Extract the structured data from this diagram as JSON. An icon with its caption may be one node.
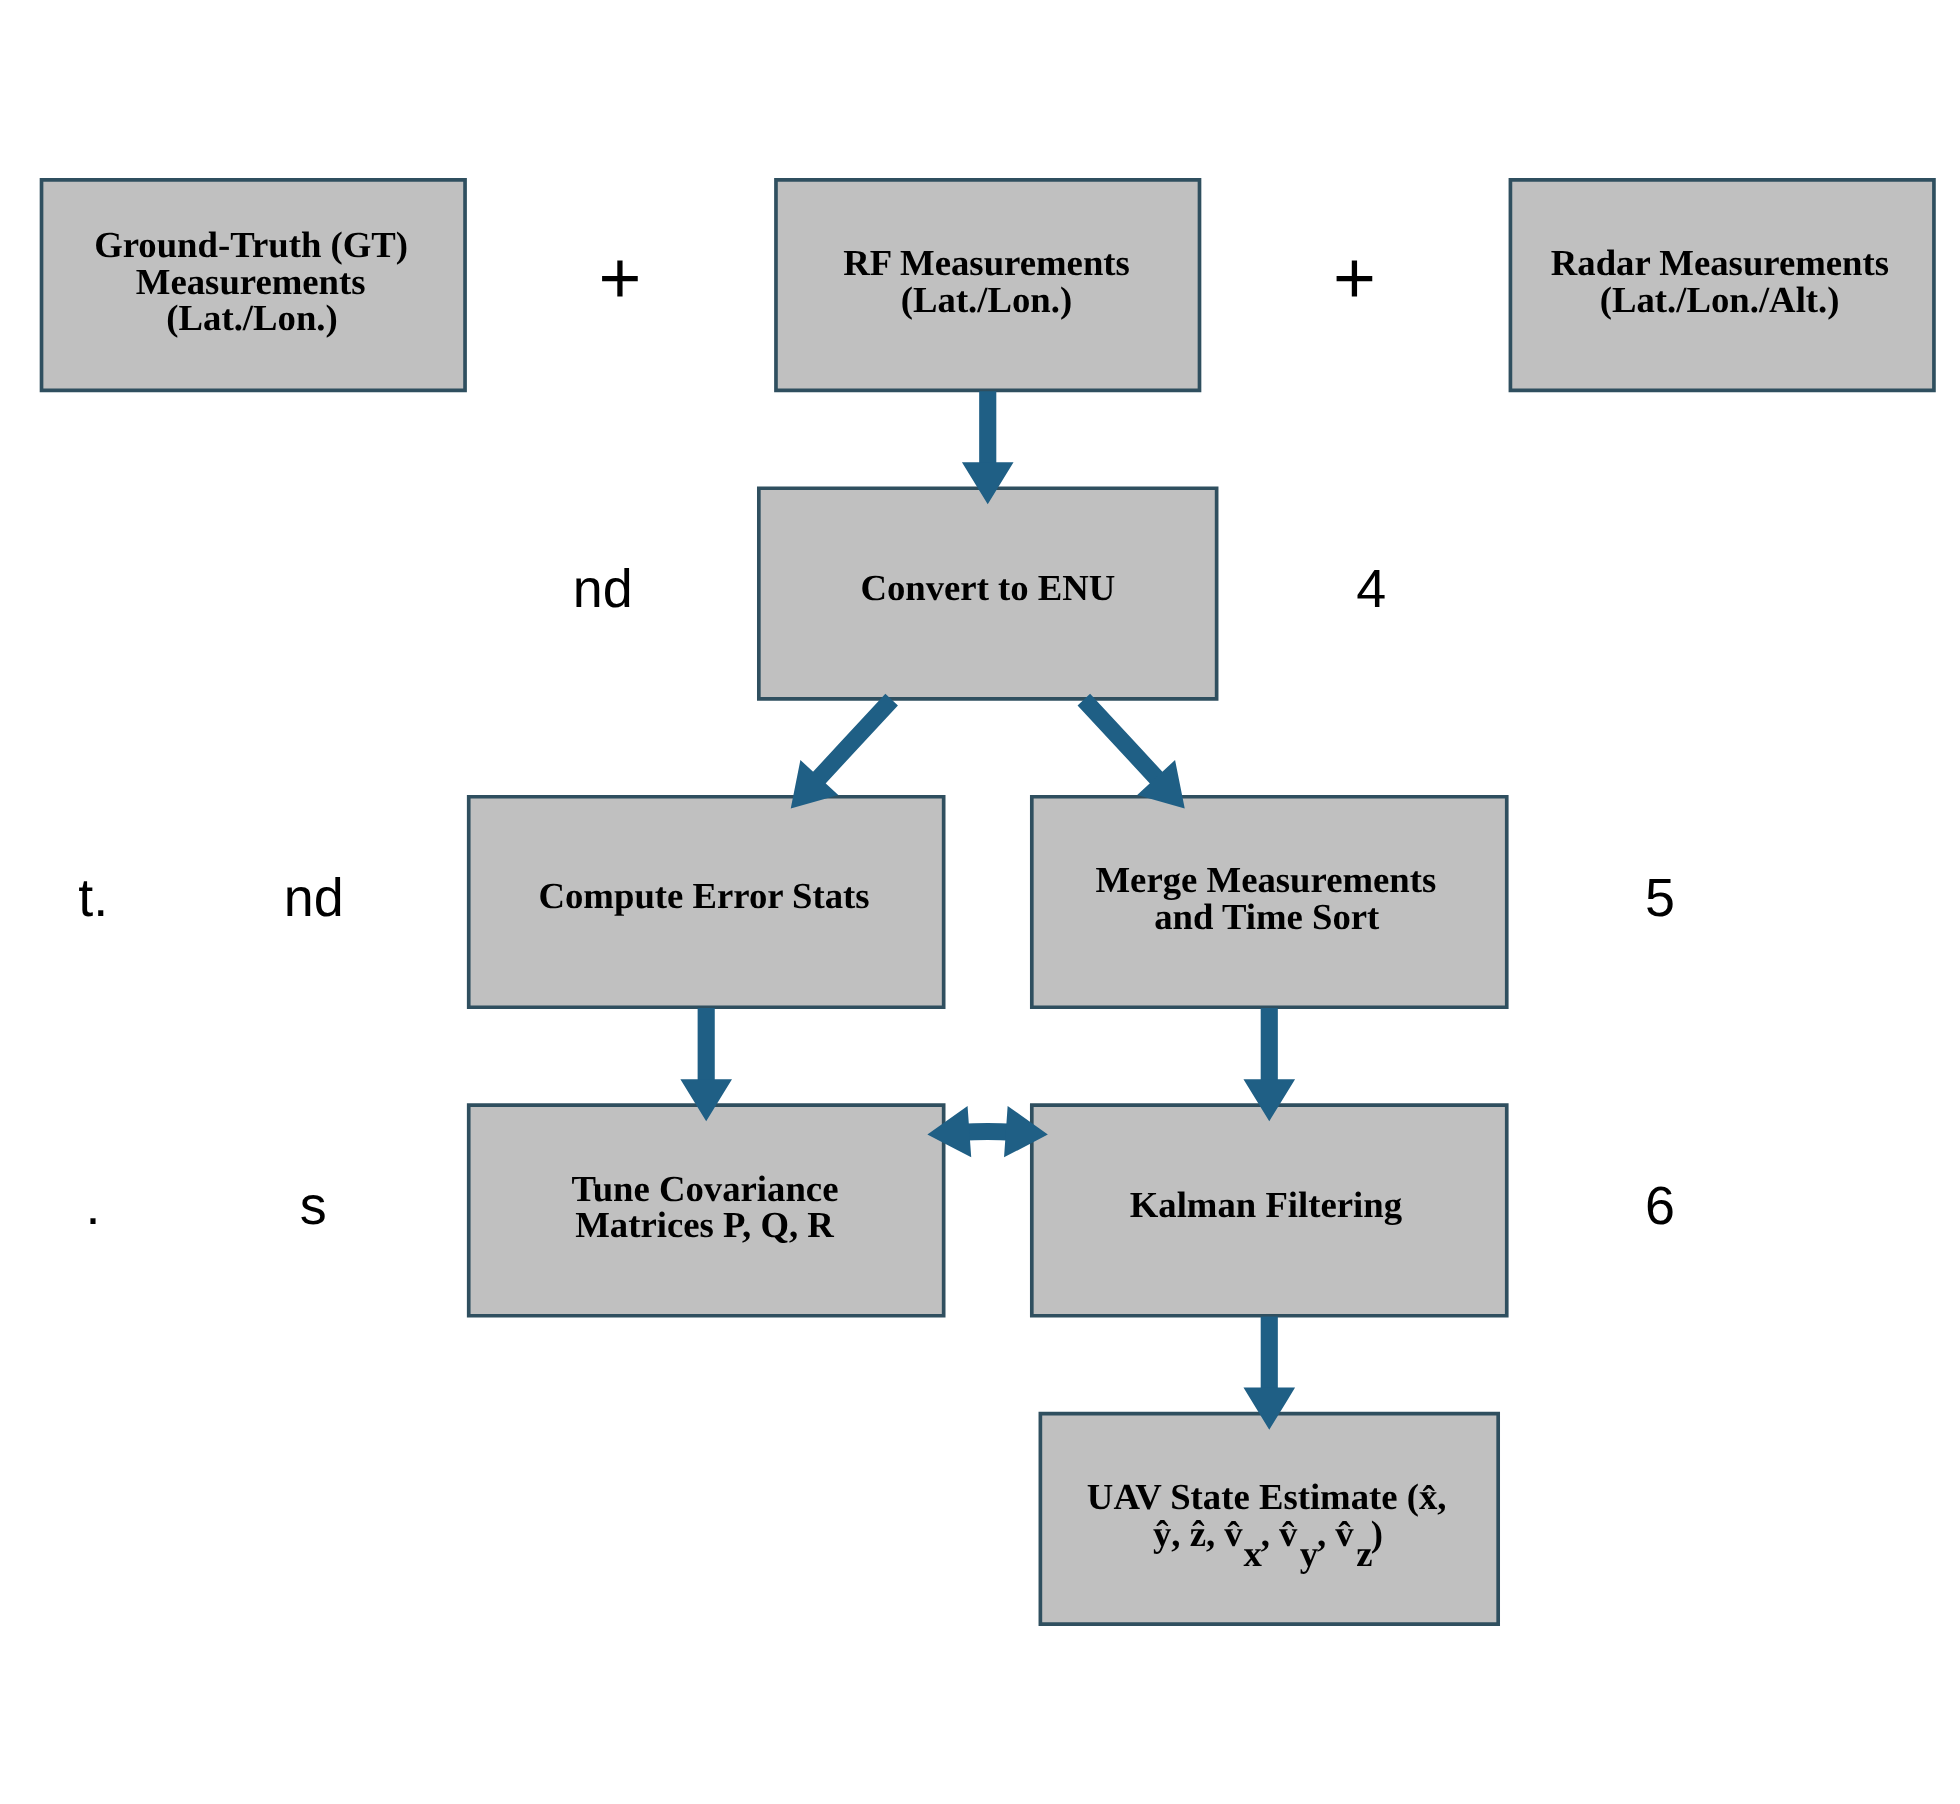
{
  "diagram": {
    "nodes": [
      {
        "text": [
          "Ground-Truth (GT) Measurements (Lat./Lon.)"
        ]
      },
      {
        "text": [
          "RF Measurements (Lat./Lon.)"
        ]
      },
      {
        "text": [
          "Radar Measurements (Lat./Lon./Alt.)"
        ]
      },
      {
        "text": [
          "Convert to ENU"
        ]
      },
      {
        "text": [
          "Compute Error Stats"
        ]
      },
      {
        "text": [
          "Merge Measurements and Time Sort"
        ]
      },
      {
        "text": [
          "Tune Covariance Matrices P, Q, R"
        ]
      },
      {
        "text": [
          "Kalman Filtering"
        ]
      },
      {
        "text": [
          "UAV State Estimate (x̂, ŷ, ẑ, v̂$_{x}$, v̂$_{y}$, v̂$_{z}$)"
        ]
      }
    ],
    "edges": [
      {
        "from": 1,
        "to": 3,
        "arrow": "to"
      },
      {
        "from": 3,
        "to": 4,
        "arrow": "to"
      },
      {
        "from": 3,
        "to": 5,
        "arrow": "to"
      },
      {
        "from": 4,
        "to": 6,
        "arrow": "to"
      },
      {
        "from": 5,
        "to": 7,
        "arrow": "to"
      },
      {
        "from": 6,
        "to": 7,
        "arrow": "both"
      },
      {
        "from": 7,
        "to": 8,
        "arrow": "to"
      }
    ],
    "labels": [
      "+",
      "+",
      "nd",
      "4",
      "t.",
      "nd",
      "5",
      ".",
      "s",
      "6"
    ]
  }
}
